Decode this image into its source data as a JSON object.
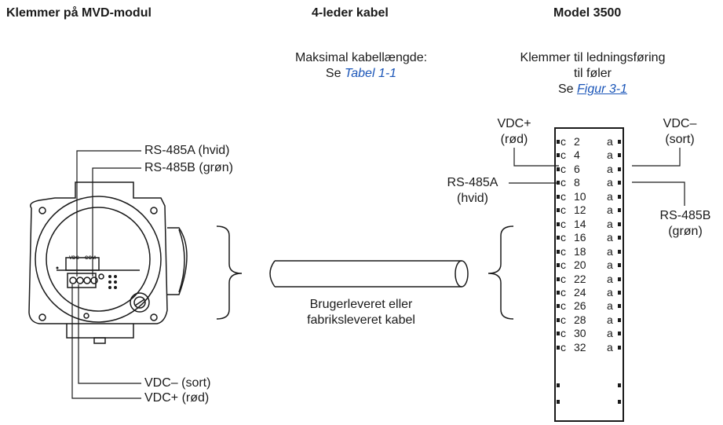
{
  "headers": {
    "mvd": "Klemmer på MVD-modul",
    "cable": "4-leder kabel",
    "model": "Model 3500"
  },
  "cable_info": {
    "line1": "Maksimal kabellængde:",
    "see": "Se",
    "link": "Tabel 1-1",
    "supplied_line1": "Brugerleveret eller",
    "supplied_line2": "fabriksleveret kabel"
  },
  "model_info": {
    "line1": "Klemmer til ledningsføring",
    "line2": "til føler",
    "see": "Se",
    "link": "Figur 3-1"
  },
  "mvd_labels": {
    "rs485a": "RS-485A (hvid)",
    "rs485b": "RS-485B (grøn)",
    "vdc_minus": "VDC– (sort)",
    "vdc_plus": "VDC+ (rød)",
    "vdc_small": "VDC",
    "com_small": "COM"
  },
  "model_labels": {
    "vdc_plus": "VDC+",
    "vdc_plus_color": "(rød)",
    "vdc_minus": "VDC–",
    "vdc_minus_color": "(sort)",
    "rs485a": "RS-485A",
    "rs485a_color": "(hvid)",
    "rs485b": "RS-485B",
    "rs485b_color": "(grøn)"
  },
  "terminals": [
    {
      "c": "c",
      "num": "2",
      "a": "a"
    },
    {
      "c": "c",
      "num": "4",
      "a": "a"
    },
    {
      "c": "c",
      "num": "6",
      "a": "a"
    },
    {
      "c": "c",
      "num": "8",
      "a": "a"
    },
    {
      "c": "c",
      "num": "10",
      "a": "a"
    },
    {
      "c": "c",
      "num": "12",
      "a": "a"
    },
    {
      "c": "c",
      "num": "14",
      "a": "a"
    },
    {
      "c": "c",
      "num": "16",
      "a": "a"
    },
    {
      "c": "c",
      "num": "18",
      "a": "a"
    },
    {
      "c": "c",
      "num": "20",
      "a": "a"
    },
    {
      "c": "c",
      "num": "22",
      "a": "a"
    },
    {
      "c": "c",
      "num": "24",
      "a": "a"
    },
    {
      "c": "c",
      "num": "26",
      "a": "a"
    },
    {
      "c": "c",
      "num": "28",
      "a": "a"
    },
    {
      "c": "c",
      "num": "30",
      "a": "a"
    },
    {
      "c": "c",
      "num": "32",
      "a": "a"
    }
  ]
}
